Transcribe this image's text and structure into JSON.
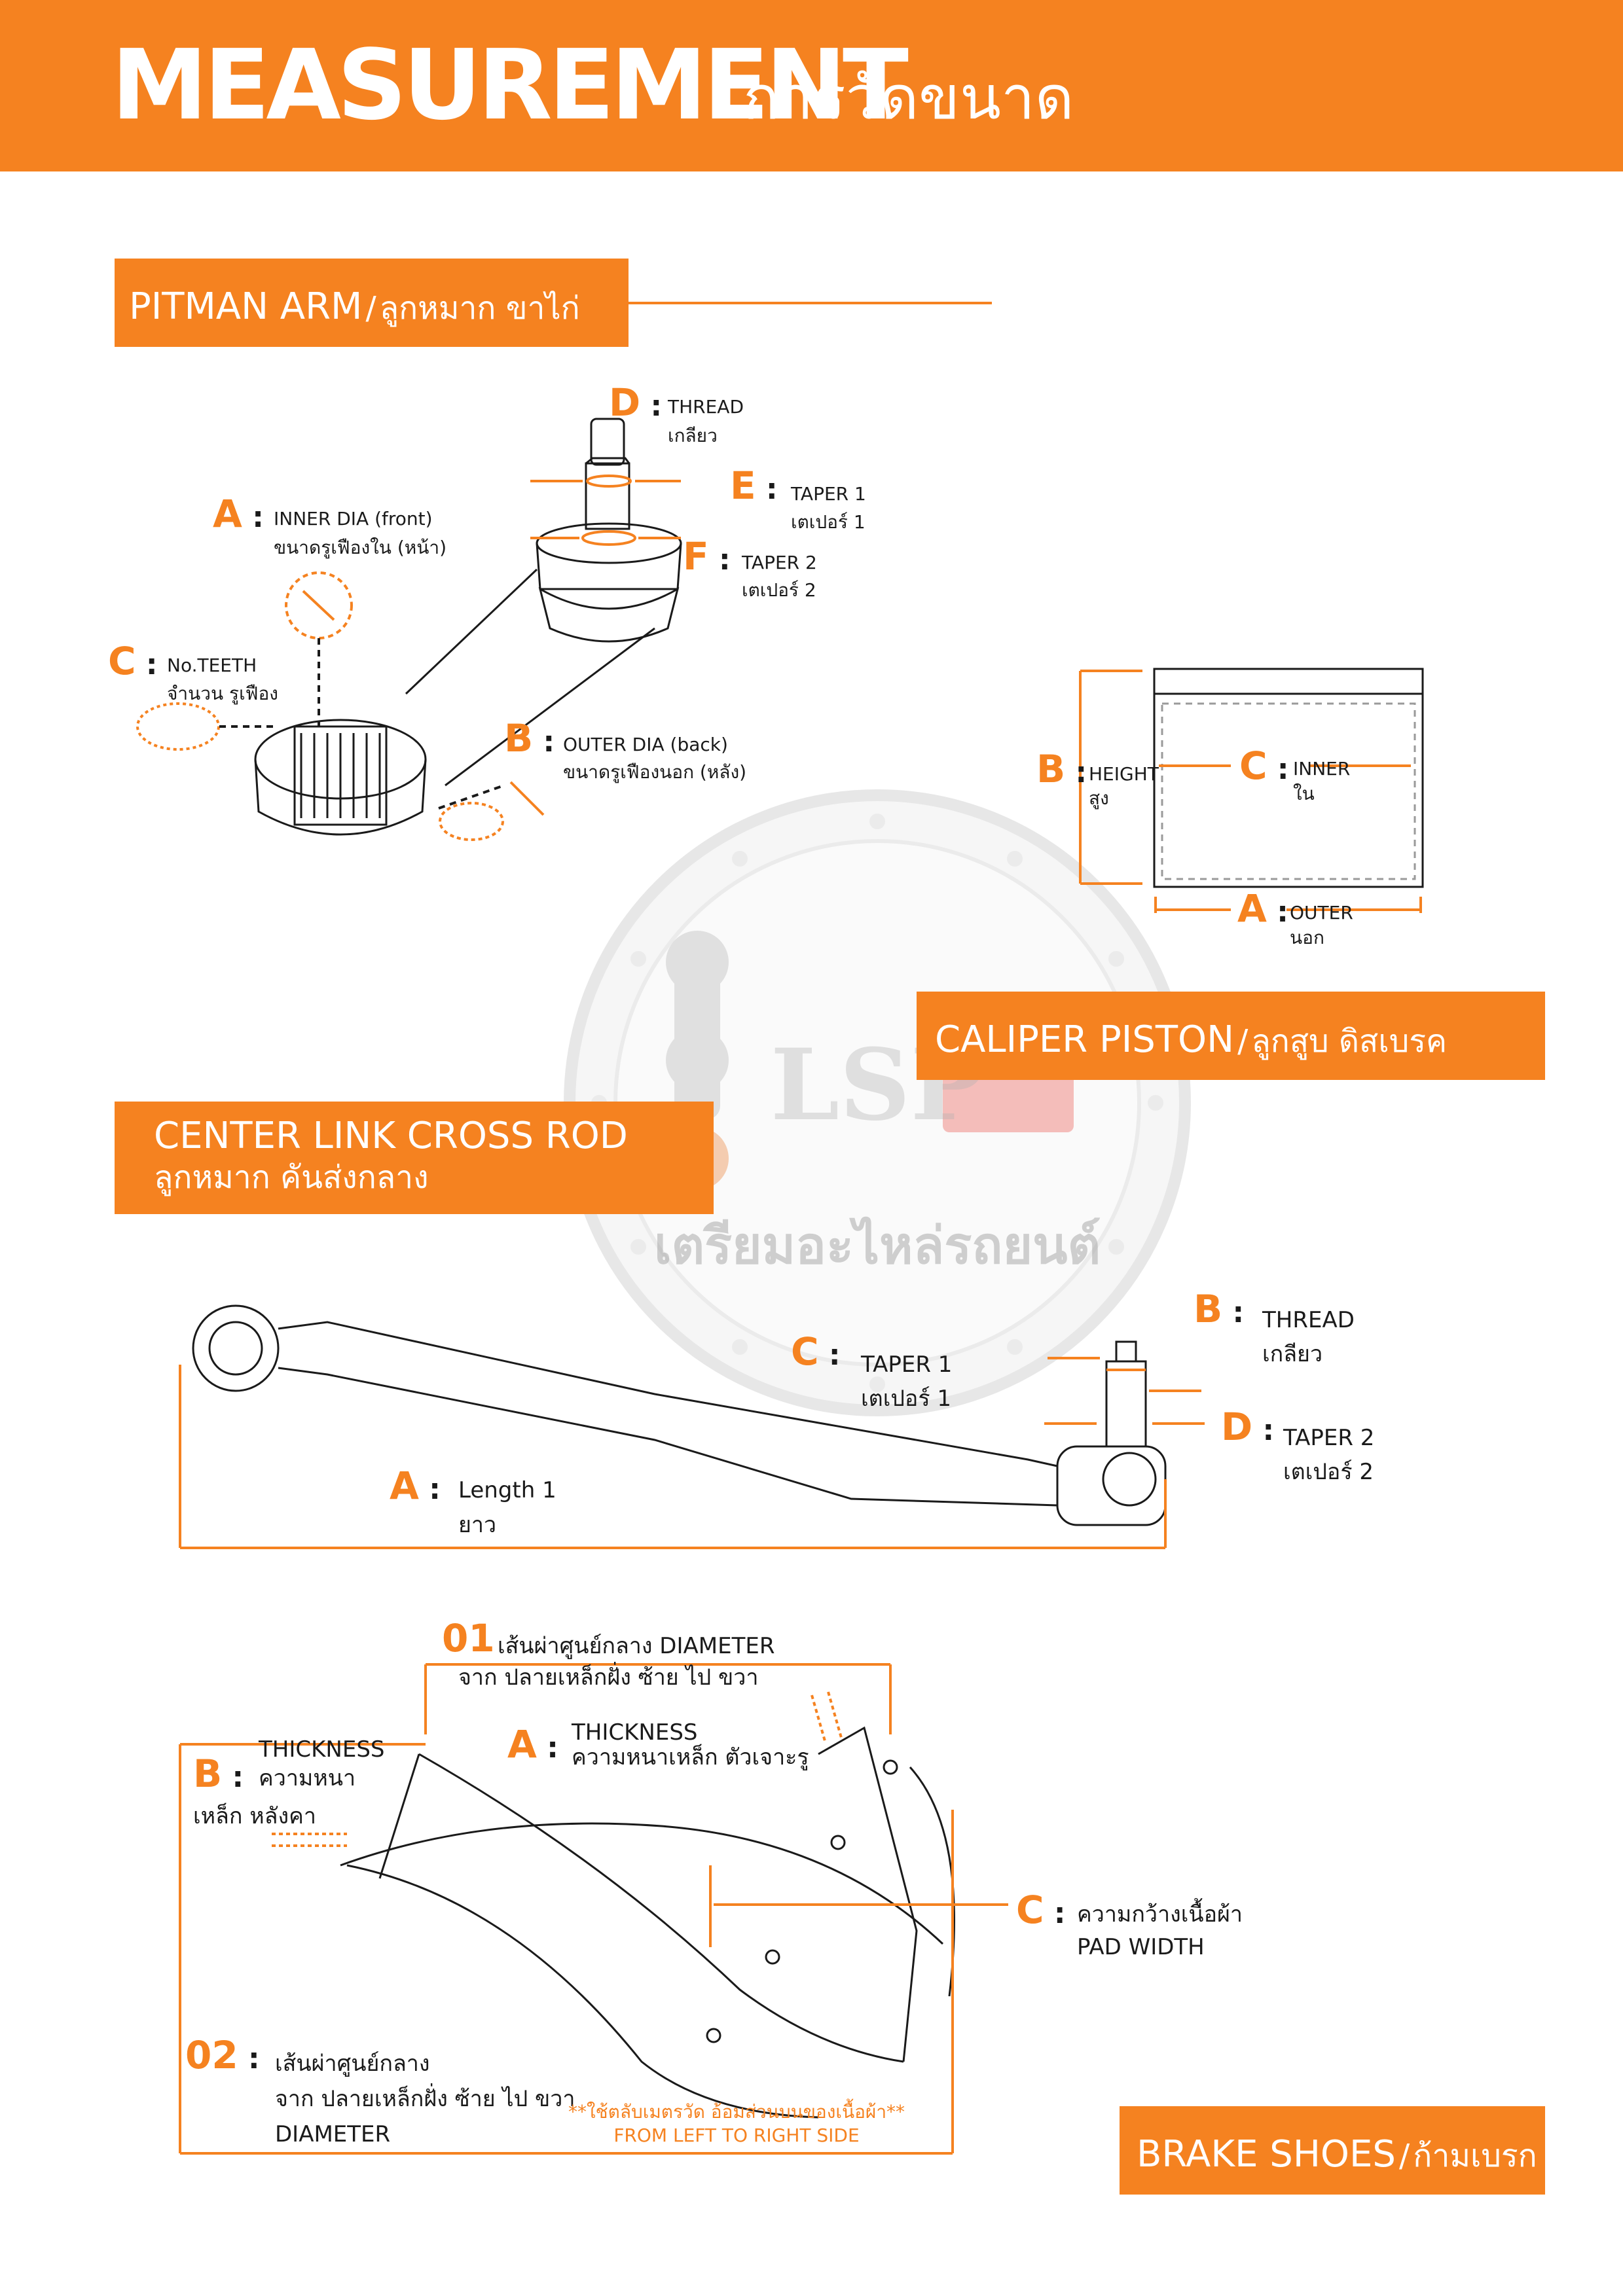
{
  "header": {
    "title_en": "MEASUREMENT",
    "title_th": "การวัดขนาด"
  },
  "watermark": {
    "text": "เตรียมอะไหล่รถยนต์",
    "logo_text": "LSP"
  },
  "pitman": {
    "banner_en": "PITMAN ARM",
    "banner_sep": "/",
    "banner_th": "ลูกหมาก ขาไก่",
    "d": {
      "letter": "D",
      "en": "THREAD",
      "th": "เกลียว"
    },
    "e": {
      "letter": "E",
      "en": "TAPER 1",
      "th": "เตเปอร์ 1"
    },
    "f": {
      "letter": "F",
      "en": "TAPER 2",
      "th": "เตเปอร์ 2"
    },
    "a": {
      "letter": "A",
      "en": "INNER DIA (front)",
      "th": "ขนาดรูเฟืองใน (หน้า)"
    },
    "c": {
      "letter": "C",
      "en": "No.TEETH",
      "th": "จำนวน รูเฟือง"
    },
    "b": {
      "letter": "B",
      "en": "OUTER DIA (back)",
      "th": "ขนาดรูเฟืองนอก (หลัง)"
    }
  },
  "caliper": {
    "banner_en": "CALIPER PISTON",
    "banner_sep": "/",
    "banner_th": "ลูกสูบ ดิสเบรค",
    "b": {
      "letter": "B",
      "en": "HEIGHT",
      "th": "สูง"
    },
    "c": {
      "letter": "C",
      "en": "INNER",
      "th": "ใน"
    },
    "a": {
      "letter": "A",
      "en": "OUTER",
      "th": "นอก"
    }
  },
  "center_link": {
    "banner_en": "CENTER LINK CROSS ROD",
    "banner_th": "ลูกหมาก คันส่งกลาง",
    "b": {
      "letter": "B",
      "en": "THREAD",
      "th": "เกลียว"
    },
    "c": {
      "letter": "C",
      "en": "TAPER 1",
      "th": "เตเปอร์ 1"
    },
    "d": {
      "letter": "D",
      "en": "TAPER 2",
      "th": "เตเปอร์ 2"
    },
    "a": {
      "letter": "A",
      "en": "Length 1",
      "th": "ยาว"
    }
  },
  "brake": {
    "banner_en": "BRAKE SHOES",
    "banner_sep": "/",
    "banner_th": "ก้ามเบรก",
    "o1": {
      "letter": "01",
      "line1": "เส้นผ่าศูนย์กลาง DIAMETER",
      "line2": "จาก ปลายเหล็กฝั่ง ซ้าย ไป ขวา"
    },
    "a": {
      "letter": "A",
      "en": "THICKNESS",
      "th": "ความหนาเหล็ก ตัวเจาะรู"
    },
    "b": {
      "letter": "B",
      "en": "THICKNESS",
      "th": "ความหนา",
      "th2": "เหล็ก หลังคา"
    },
    "c": {
      "letter": "C",
      "th": "ความกว้างเนื้อผ้า",
      "en": "PAD WIDTH"
    },
    "o2": {
      "letter": "02",
      "line1": "เส้นผ่าศูนย์กลาง",
      "line2": "จาก ปลายเหล็กฝั่ง ซ้าย ไป ขวา",
      "line3": "DIAMETER"
    },
    "note_th": "**ใช้ตลับเมตรวัด อ้อมส่วนบนของเนื้อผ้า**",
    "note_en": "FROM LEFT TO RIGHT SIDE"
  }
}
